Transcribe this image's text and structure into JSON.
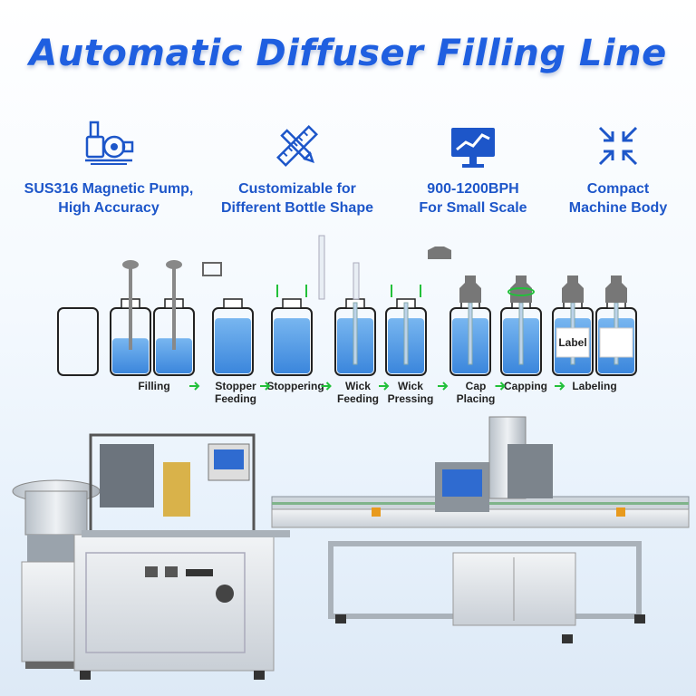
{
  "title": "Automatic Diffuser Filling Line",
  "features": [
    {
      "icon": "pump-icon",
      "label": "SUS316 Magnetic Pump,\nHigh Accuracy"
    },
    {
      "icon": "ruler-pencil-icon",
      "label": "Customizable for\nDifferent Bottle Shape"
    },
    {
      "icon": "monitor-chart-icon",
      "label": "900-1200BPH\nFor Small Scale"
    },
    {
      "icon": "compress-arrows-icon",
      "label": "Compact\nMachine Body"
    }
  ],
  "process": {
    "steps": [
      "Filling",
      "Stopper\nFeeding",
      "Stoppering",
      "Wick\nFeeding",
      "Wick\nPressing",
      "Cap\nPlacing",
      "Capping",
      "Labeling"
    ],
    "bottle_label": "Label"
  },
  "colors": {
    "title": "#1f5fe0",
    "feature_text": "#1d56c9",
    "liquid": "#5aa0e8",
    "arrow": "#22c03a"
  }
}
